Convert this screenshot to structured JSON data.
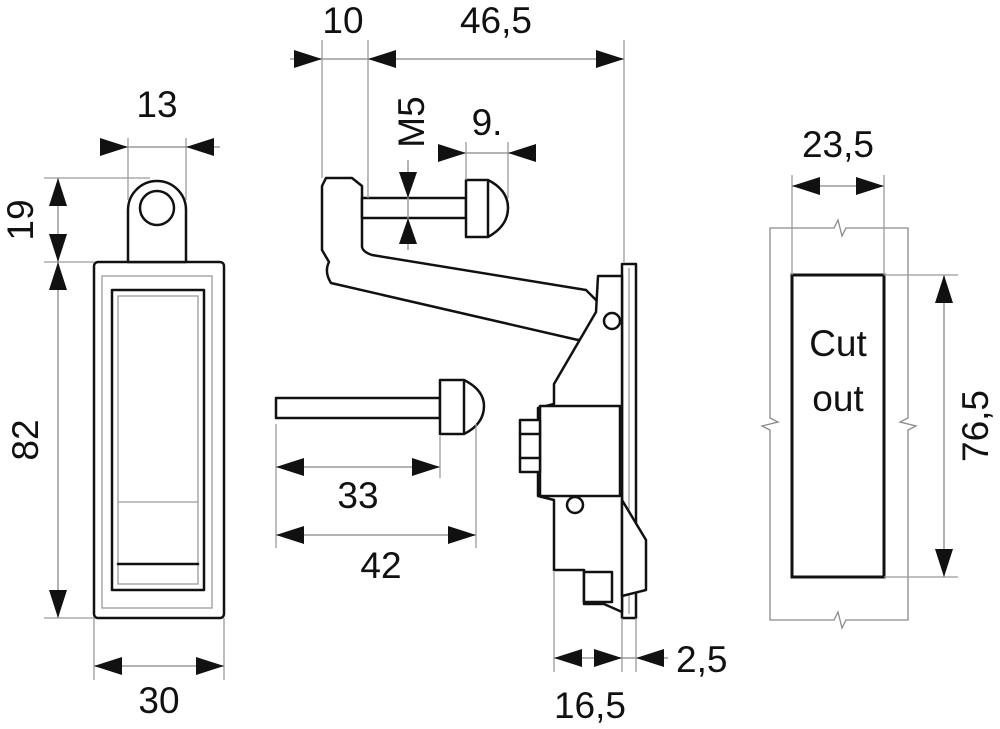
{
  "dimensions": {
    "front_pivot_width": "13",
    "front_pivot_height": "19",
    "front_height": "82",
    "front_width": "30",
    "side_offset": "10",
    "side_total_width": "46,5",
    "thread": "M5",
    "thread_length": "9.",
    "rod_length": "33",
    "rod_total": "42",
    "flange": "2,5",
    "depth": "16,5",
    "cutout_width": "23,5",
    "cutout_height": "76,5"
  },
  "cutout_label": {
    "line1": "Cut",
    "line2": "out"
  }
}
